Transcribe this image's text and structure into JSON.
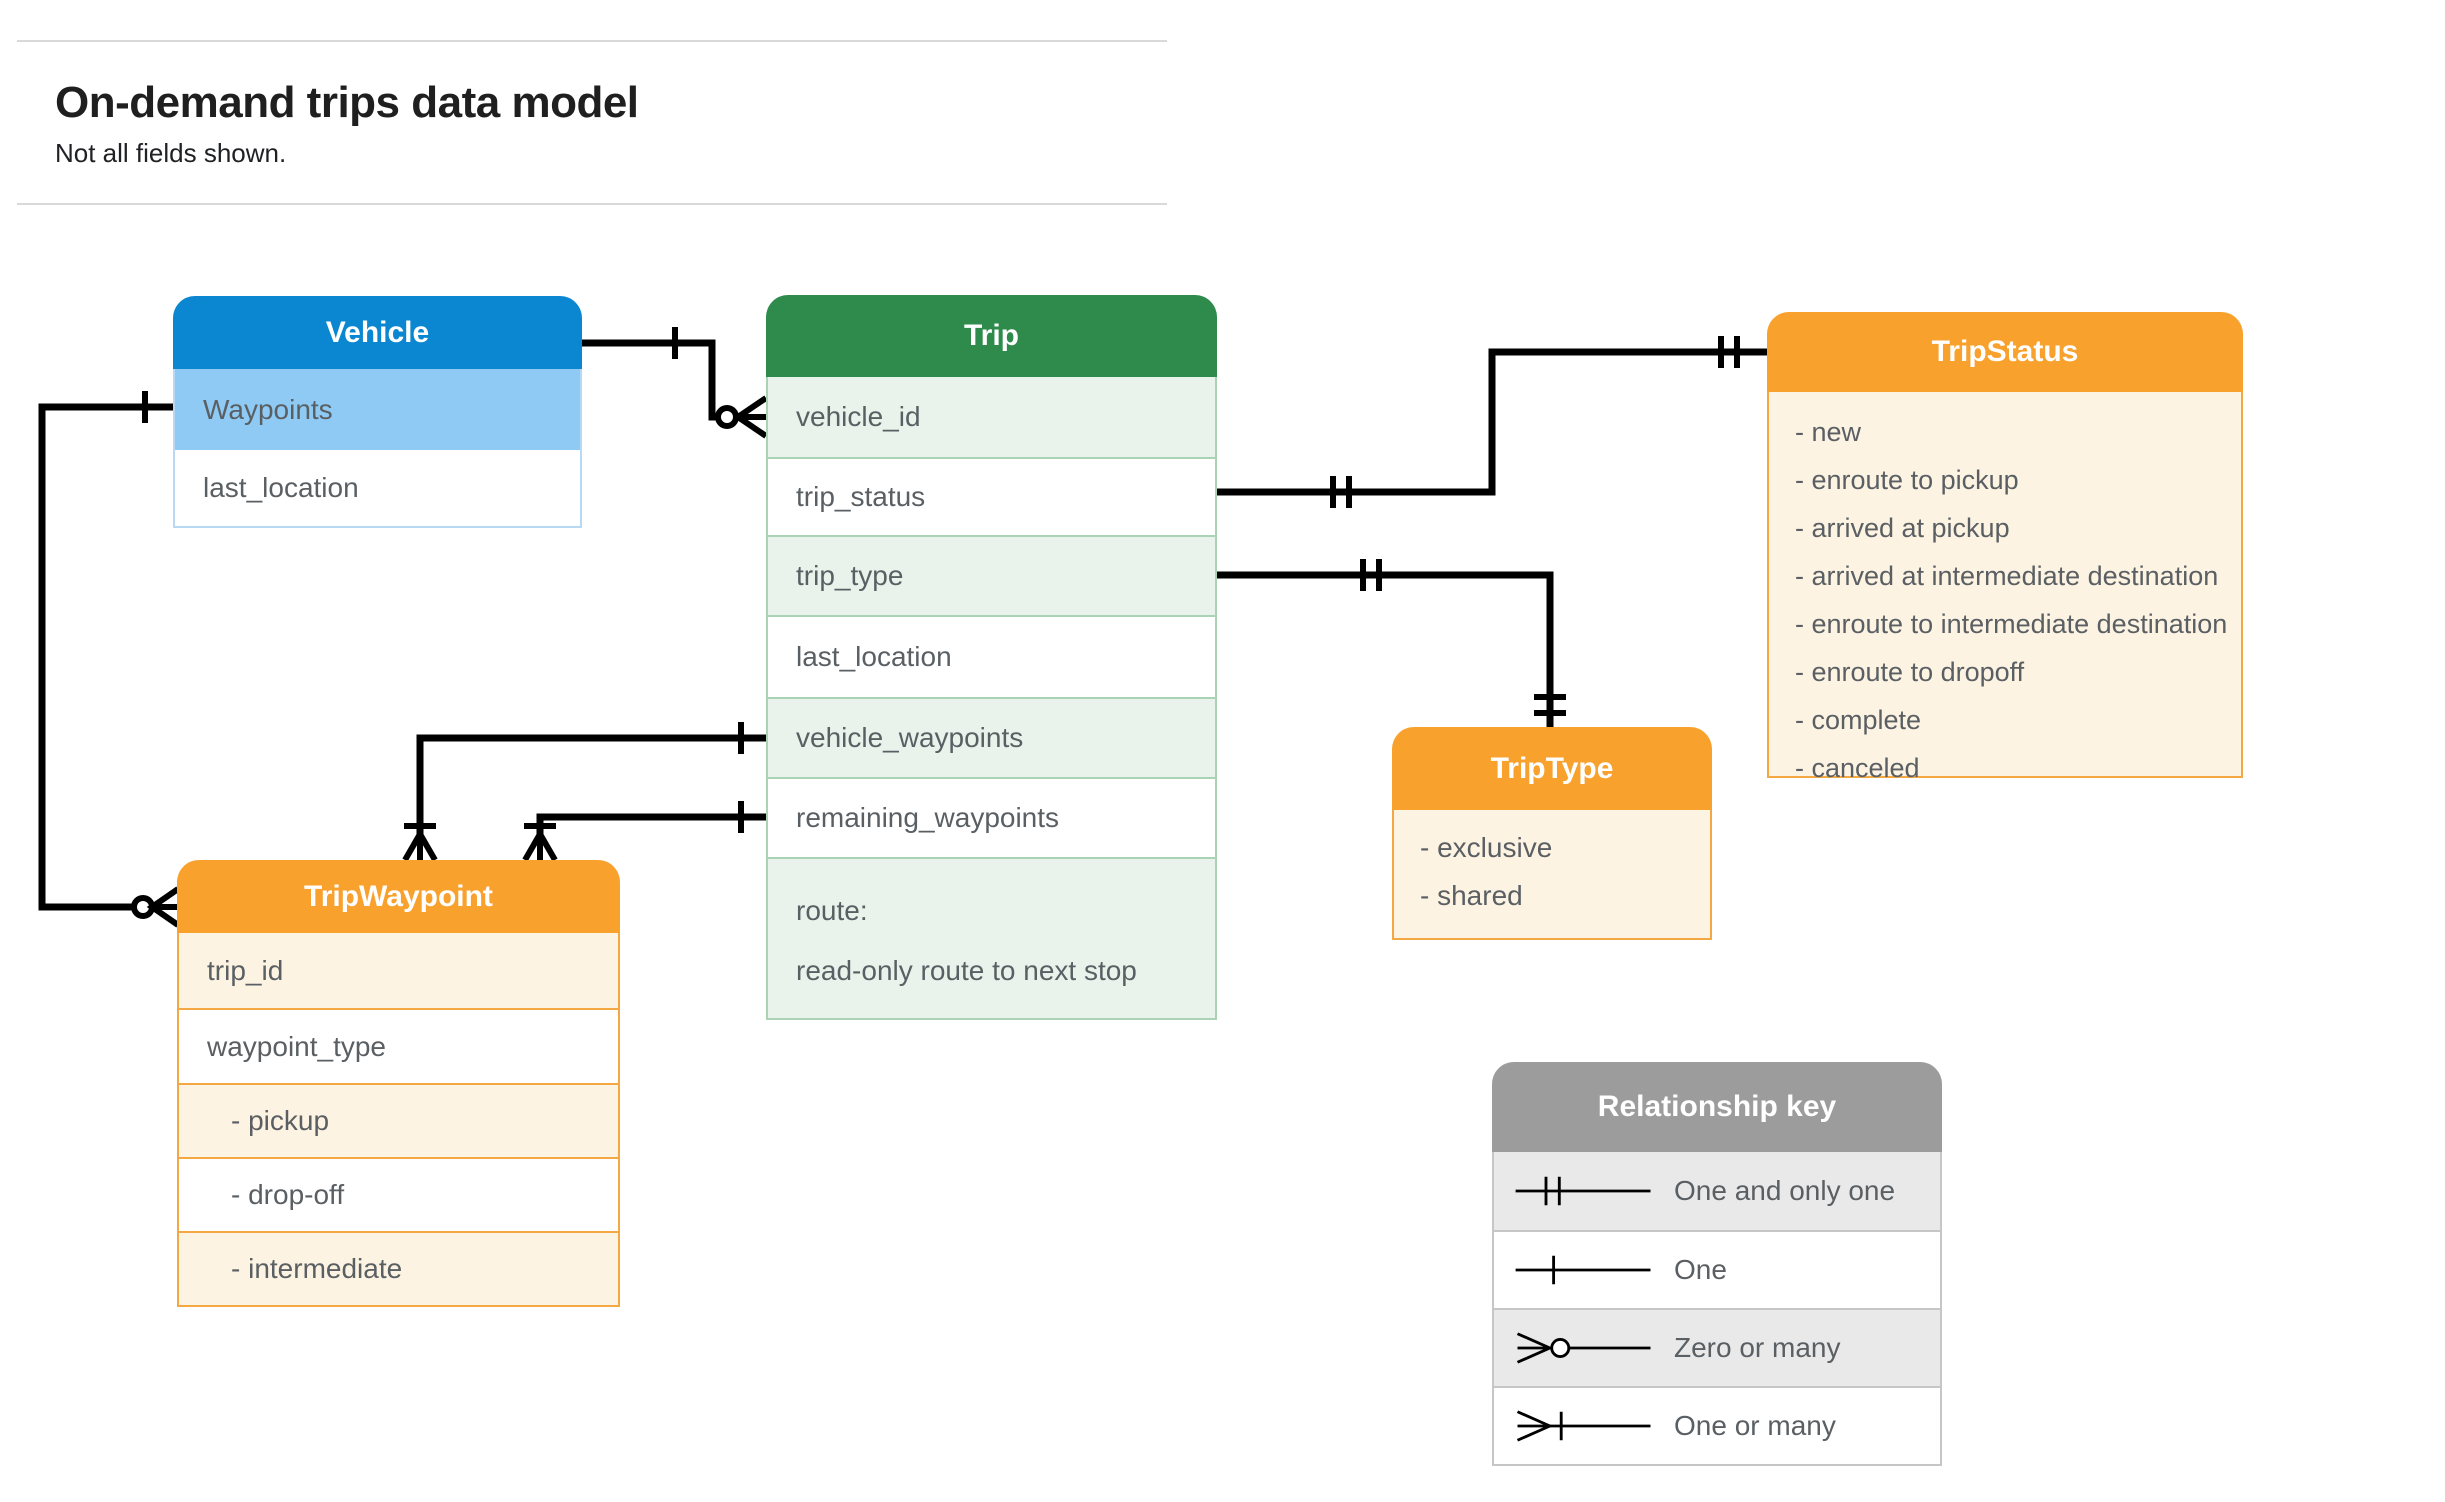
{
  "page": {
    "title": "On-demand trips data model",
    "subtitle": "Not all fields shown."
  },
  "entities": {
    "vehicle": {
      "title": "Vehicle",
      "fields": [
        "Waypoints",
        "last_location"
      ]
    },
    "trip": {
      "title": "Trip",
      "fields": [
        "vehicle_id",
        "trip_status",
        "trip_type",
        "last_location",
        "vehicle_waypoints",
        "remaining_waypoints"
      ],
      "route_field": {
        "line1": "route:",
        "line2": "read-only route to next stop"
      }
    },
    "trip_status": {
      "title": "TripStatus",
      "values": [
        "- new",
        "- enroute to pickup",
        "- arrived at pickup",
        "- arrived at intermediate destination",
        "- enroute to intermediate destination",
        "- enroute to dropoff",
        "- complete",
        "- canceled"
      ]
    },
    "trip_type": {
      "title": "TripType",
      "values": [
        "- exclusive",
        "- shared"
      ]
    },
    "trip_waypoint": {
      "title": "TripWaypoint",
      "fields": [
        "trip_id",
        "waypoint_type",
        "- pickup",
        "- drop-off",
        "- intermediate"
      ]
    }
  },
  "legend": {
    "title": "Relationship key",
    "items": [
      {
        "symbol": "one-and-only-one",
        "label": "One and only one"
      },
      {
        "symbol": "one",
        "label": "One"
      },
      {
        "symbol": "zero-or-many",
        "label": "Zero or many"
      },
      {
        "symbol": "one-or-many",
        "label": "One or many"
      }
    ]
  },
  "colors": {
    "vehicle_header": "#0b87d1",
    "vehicle_highlight_row": "#8ecaf3",
    "trip_header": "#2e8b4c",
    "trip_row_tint": "#e9f3ec",
    "enum_header": "#f8a12d",
    "enum_row_tint": "#fdf3e2",
    "legend_header": "#9c9c9c",
    "connector": "#000000"
  }
}
